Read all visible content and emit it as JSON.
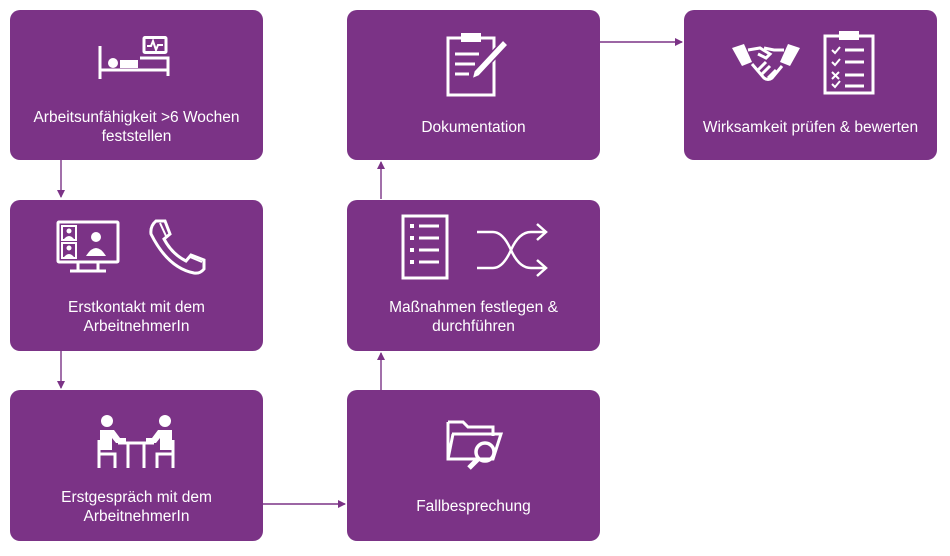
{
  "colors": {
    "box": "#7b3386",
    "arrow": "#7b3386",
    "icon": "#ffffff"
  },
  "steps": [
    {
      "label": "Arbeitsunfähigkeit >6 Wochen\nfeststellen",
      "icons": [
        "hospital-bed-icon"
      ]
    },
    {
      "label": "Erstkontakt mit dem\nArbeitnehmerIn",
      "icons": [
        "video-call-icon",
        "phone-icon"
      ]
    },
    {
      "label": "Erstgespräch mit dem\nArbeitnehmerIn",
      "icons": [
        "meeting-table-icon"
      ]
    },
    {
      "label": "Fallbesprechung",
      "icons": [
        "folder-search-icon"
      ]
    },
    {
      "label": "Maßnahmen festlegen &\ndurchführen",
      "icons": [
        "checklist-icon",
        "shuffle-icon"
      ]
    },
    {
      "label": "Dokumentation",
      "icons": [
        "clipboard-pen-icon"
      ]
    },
    {
      "label": "Wirksamkeit prüfen & bewerten",
      "icons": [
        "handshake-icon",
        "checklist-clipboard-icon"
      ]
    }
  ]
}
